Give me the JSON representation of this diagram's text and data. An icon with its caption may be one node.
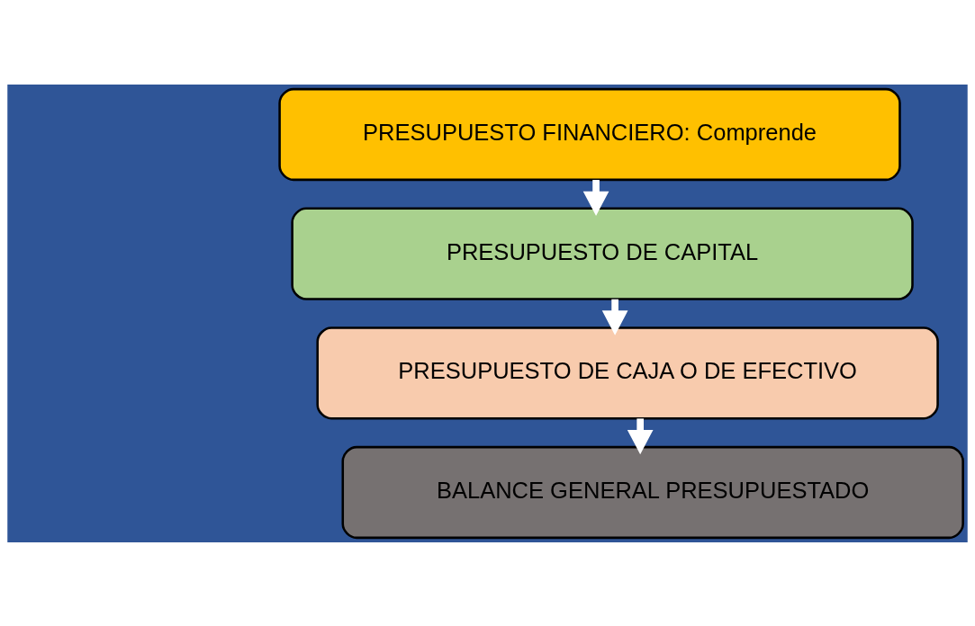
{
  "diagram": {
    "nodes": [
      {
        "text": [
          "PRESUPUESTO FINANCIERO: Comprende"
        ]
      },
      {
        "text": [
          "PRESUPUESTO DE CAPITAL"
        ]
      },
      {
        "text": [
          "PRESUPUESTO DE CAJA O DE EFECTIVO"
        ]
      },
      {
        "text": [
          "BALANCE GENERAL PRESUPUESTADO"
        ]
      }
    ],
    "edges": [
      {
        "from": 0,
        "to": 1,
        "arrow": "to"
      },
      {
        "from": 1,
        "to": 2,
        "arrow": "to"
      },
      {
        "from": 2,
        "to": 3,
        "arrow": "to"
      }
    ]
  }
}
